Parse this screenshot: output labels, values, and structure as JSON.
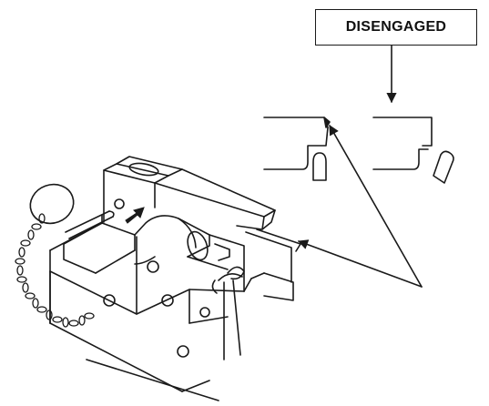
{
  "label": {
    "text": "DISENGAGED"
  },
  "colors": {
    "ink": "#1a1a1a",
    "paper": "#ffffff"
  },
  "figure": {
    "elements": [
      "chain",
      "ring",
      "pin",
      "pin-insert-arrow",
      "latch-housing",
      "latch-lever",
      "latch-lock-detail",
      "disengaged-latch-detail",
      "label-pointer-arrow",
      "callout-arrows"
    ]
  }
}
